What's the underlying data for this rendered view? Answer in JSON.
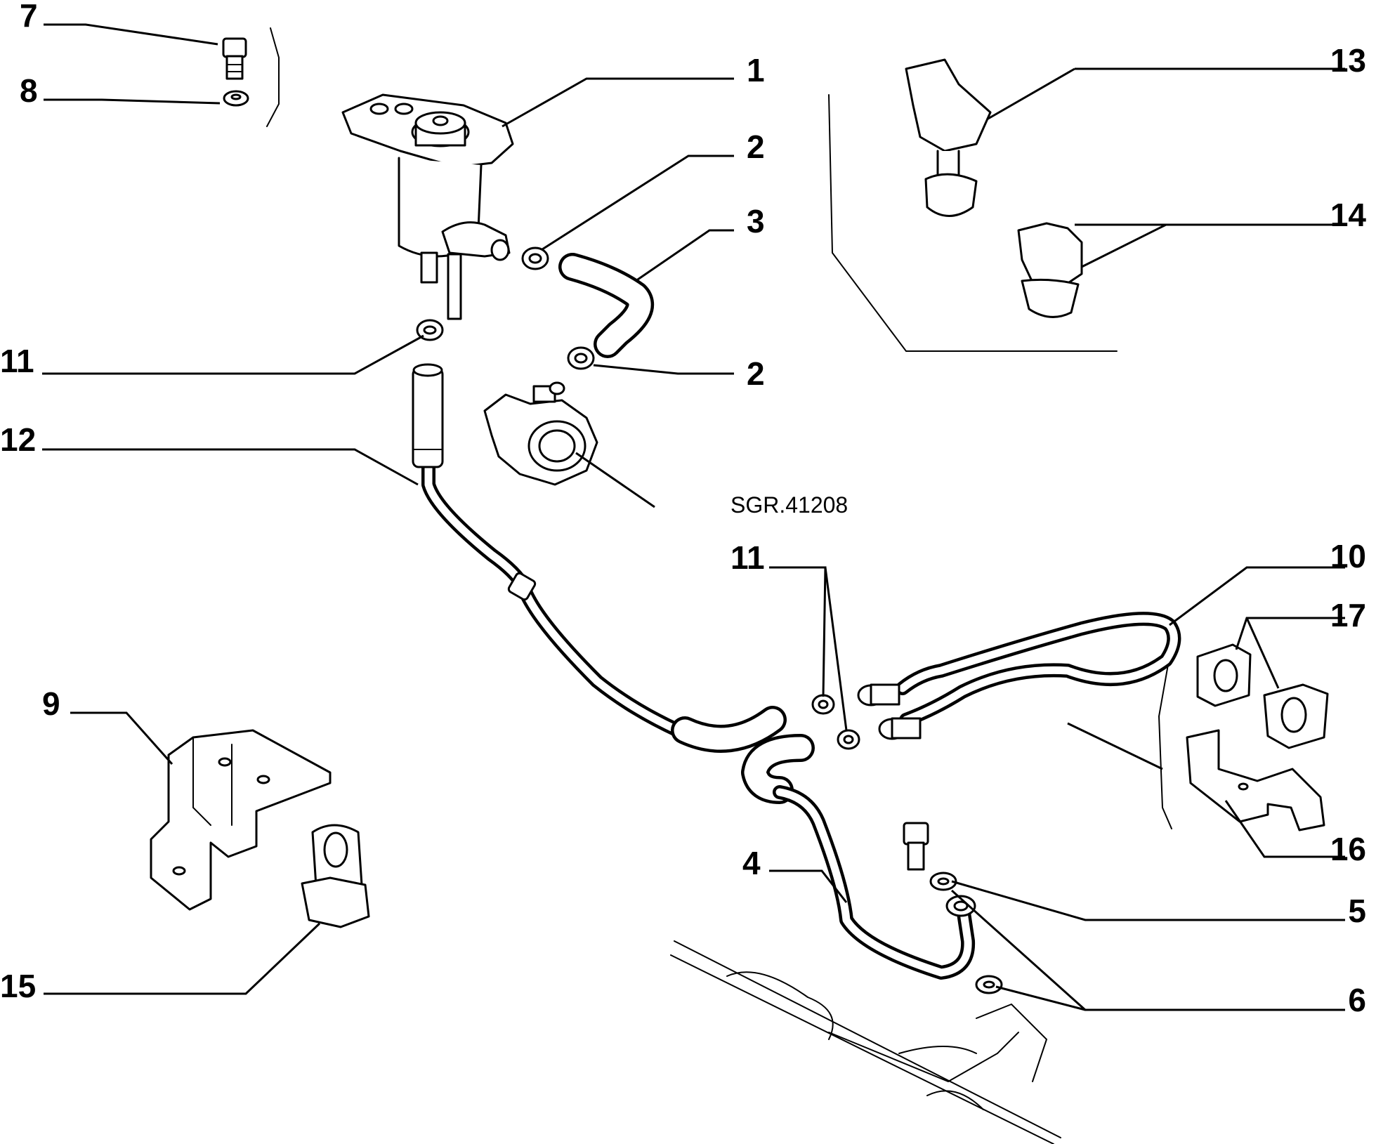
{
  "callouts": {
    "n1": "1",
    "n2a": "2",
    "n2b": "2",
    "n3": "3",
    "n4": "4",
    "n5": "5",
    "n6": "6",
    "n7": "7",
    "n8": "8",
    "n9": "9",
    "n10": "10",
    "n11a": "11",
    "n11b": "11",
    "n12": "12",
    "n13": "13",
    "n14": "14",
    "n15": "15",
    "n16": "16",
    "n17": "17"
  },
  "reference": {
    "sgr": "SGR.41208"
  }
}
